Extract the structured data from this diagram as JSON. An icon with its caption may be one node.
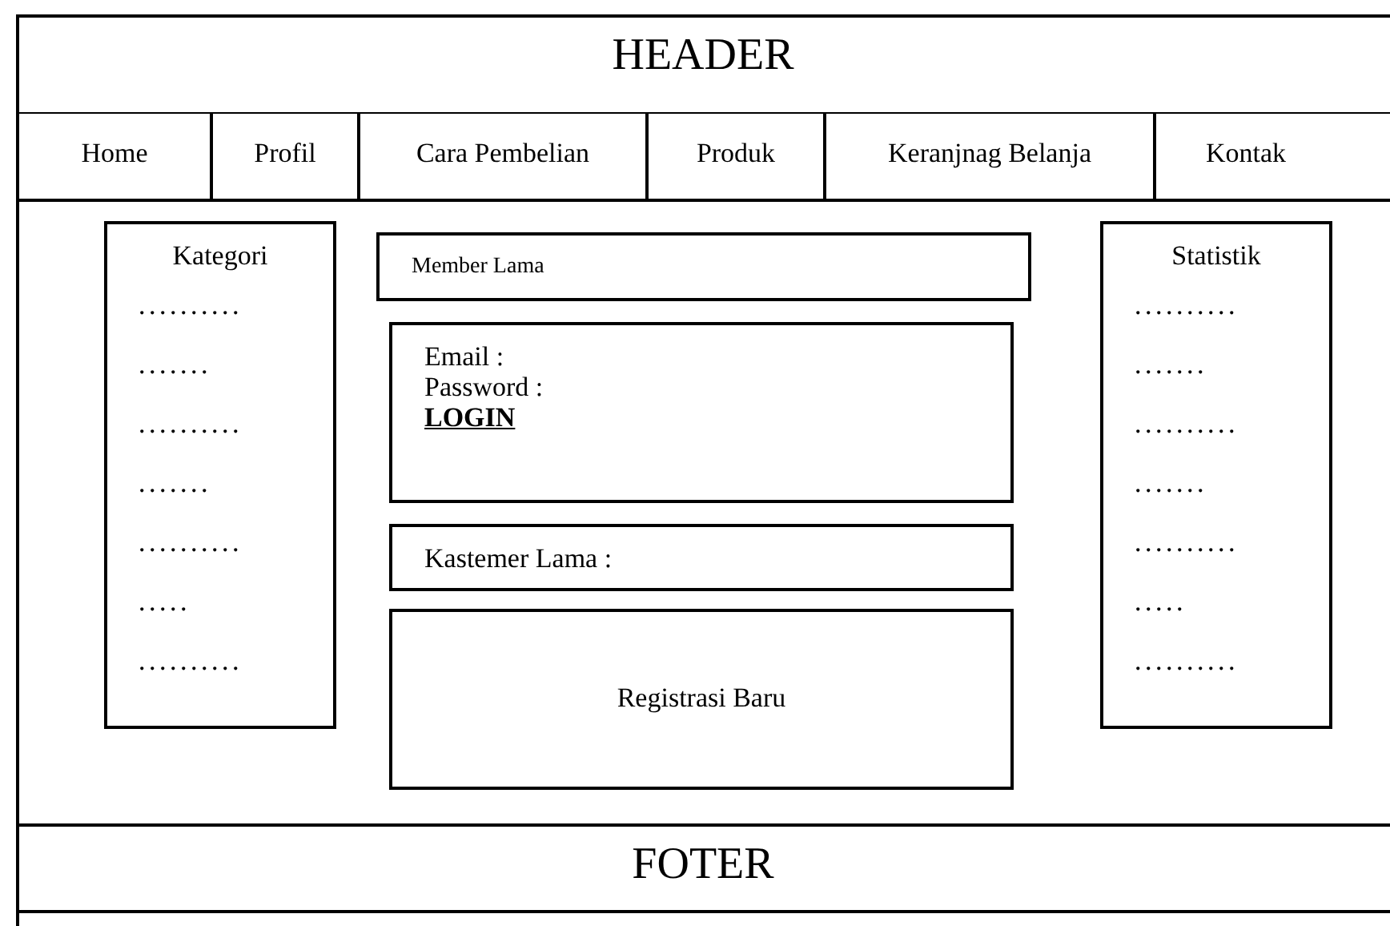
{
  "diagram": {
    "nodes": [
      {
        "text": [],
        "shape": "box"
      },
      {
        "text": [
          "HEADER"
        ],
        "in": 0
      },
      {
        "text": [
          "Home"
        ],
        "in": 0
      },
      {
        "text": [
          "Profil"
        ],
        "in": 0
      },
      {
        "text": [
          "Cara Pembelian"
        ],
        "in": 0
      },
      {
        "text": [
          "Produk"
        ],
        "in": 0
      },
      {
        "text": [
          "Keranjnag Belanja"
        ],
        "in": 0
      },
      {
        "text": [
          "Kontak"
        ],
        "in": 0
      },
      {
        "text": [
          "Kategori",
          ". . . . . . . . . .",
          ". . . . . . .",
          ". . . . . . . . . .",
          ". . . . . . .",
          ". . . . . . . . . .",
          ". . . . .",
          ". . . . . . . . . ."
        ],
        "in": 0
      },
      {
        "text": [
          "Member Lama"
        ],
        "in": 0
      },
      {
        "text": [
          "Email :",
          "Password :",
          "LOGIN"
        ],
        "in": 0
      },
      {
        "text": [
          "Kastemer Lama :"
        ],
        "in": 0
      },
      {
        "text": [
          "Registrasi Baru"
        ],
        "in": 0
      },
      {
        "text": [
          "Statistik",
          ". . . . . . . . . .",
          ". . . . . . .",
          ". . . . . . . . . .",
          ". . . . . . .",
          ". . . . . . . . . .",
          ". . . . .",
          ". . . . . . . . . ."
        ],
        "in": 0
      },
      {
        "text": [
          "FOTER"
        ],
        "in": 0
      }
    ]
  }
}
